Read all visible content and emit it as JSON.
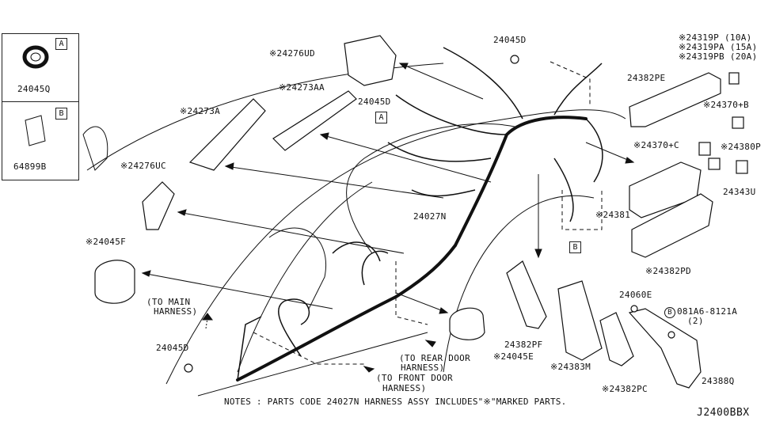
{
  "inset": {
    "tag_a": "A",
    "tag_b": "B",
    "part_a": "24045Q",
    "part_b": "64899B"
  },
  "labels": {
    "p24276ud": "※24276UD",
    "p24273aa": "※24273AA",
    "p24273a": "※24273A",
    "p24276uc": "※24276UC",
    "p24045f": "※24045F",
    "p24045d_top": "24045D",
    "p24045d_mid": "24045D",
    "p24045d_low": "24045D",
    "tag_a_main": "A",
    "tag_b_main": "B",
    "p24027n": "24027N",
    "p24319p": "※24319P  (10A)",
    "p24319pa": "※24319PA (15A)",
    "p24319pb": "※24319PB (20A)",
    "p24382pe": "24382PE",
    "p24370b": "※24370+B",
    "p24370c": "※24370+C",
    "p24380p": "※24380P",
    "p24343u": "24343U",
    "p24381": "※24381",
    "p24382pd": "※24382PD",
    "p24060e": "24060E",
    "bolt_code": "081A6-8121A",
    "bolt_circle": "B",
    "bolt_qty": "(2)",
    "p24388q": "24388Q",
    "p24382pf": "24382PF",
    "p24045e": "※24045E",
    "p24383m": "※24383M",
    "p24382pc": "※24382PC",
    "to_main_1": "(TO MAIN",
    "to_main_2": "HARNESS)",
    "to_rear_1": "(TO REAR DOOR",
    "to_rear_2": "HARNESS)",
    "to_front_1": "(TO FRONT DOOR",
    "to_front_2": "HARNESS)"
  },
  "notes": "NOTES : PARTS CODE 24027N HARNESS ASSY INCLUDES\"※\"MARKED PARTS.",
  "diagram_code": "J2400BBX"
}
